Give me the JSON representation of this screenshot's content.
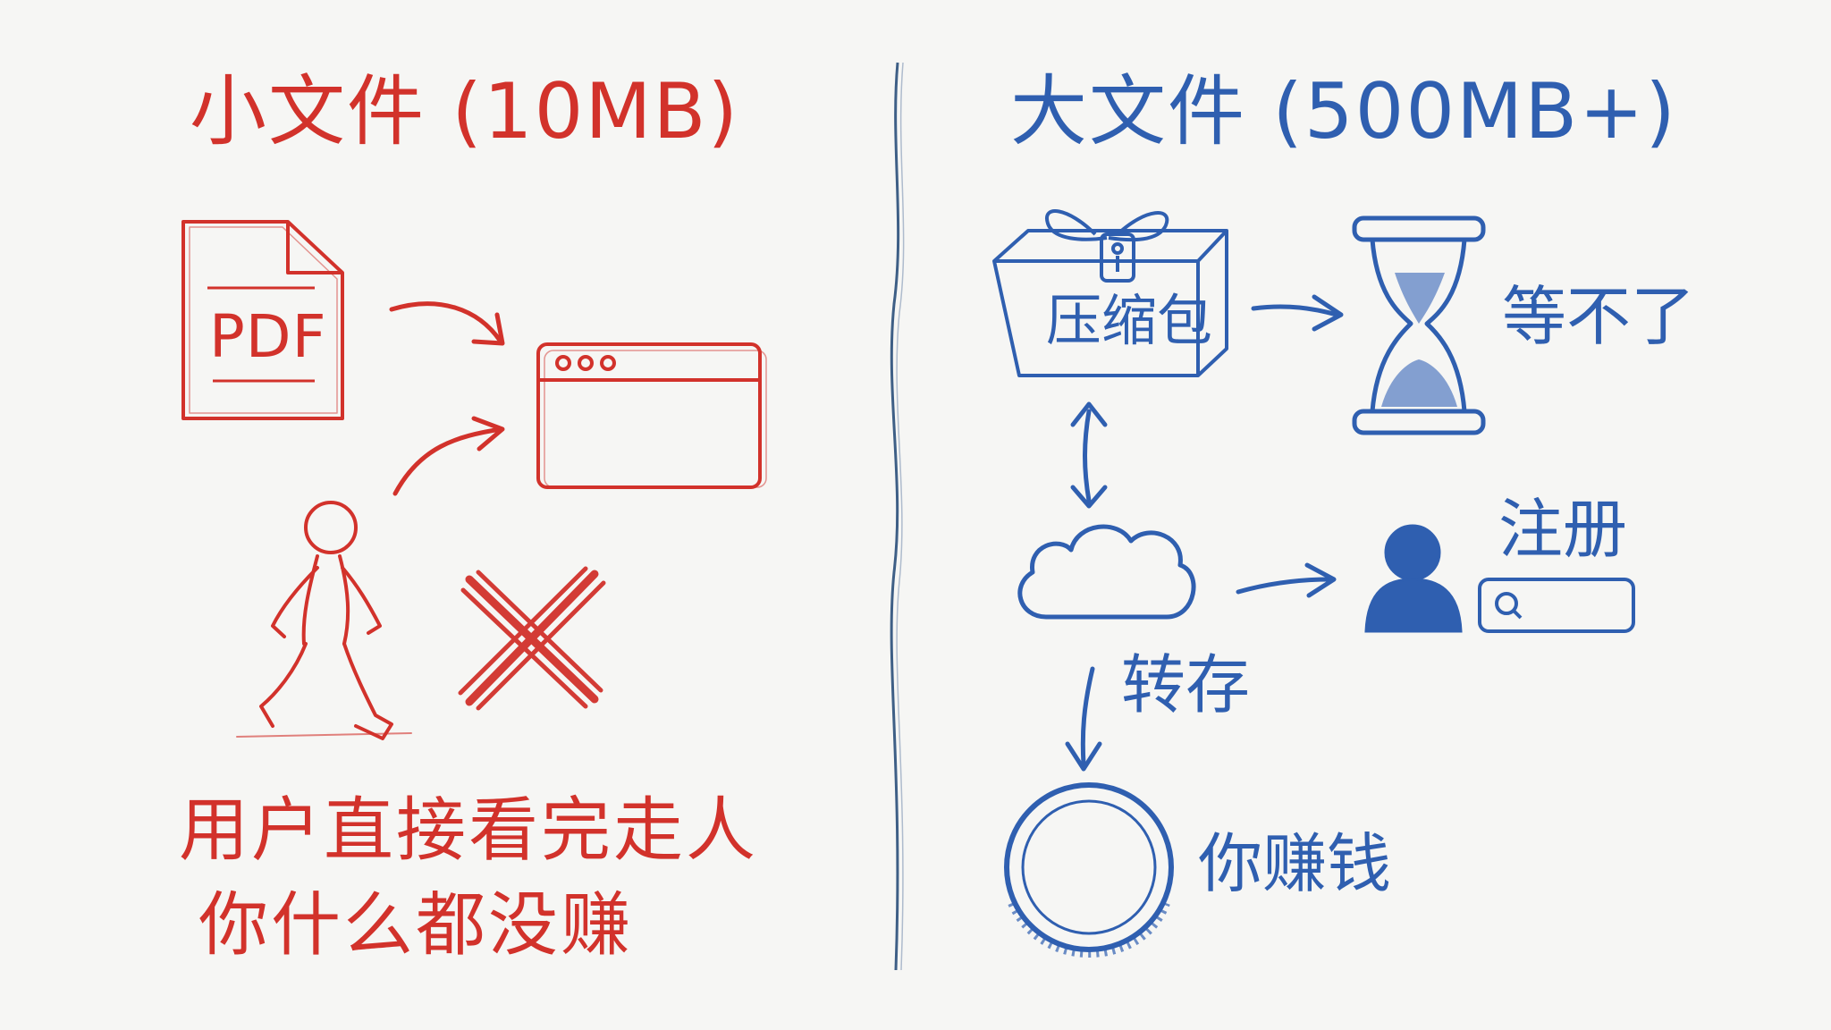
{
  "left": {
    "title": "小文件 (10MB)",
    "file_label": "PDF",
    "caption_line1": "用户直接看完走人",
    "caption_line2": "你什么都没赚",
    "color": "#d2322b",
    "icons": [
      "pdf-file-icon",
      "browser-window-icon",
      "walking-person-icon",
      "cross-mark-icon",
      "arrow-icon"
    ]
  },
  "right": {
    "title": "大文件 (500MB+)",
    "package_label": "压缩包",
    "wait_label": "等不了",
    "register_label": "注册",
    "transfer_label": "转存",
    "earn_label": "你赚钱",
    "color": "#2f5fb0",
    "icons": [
      "package-box-icon",
      "hourglass-icon",
      "cloud-icon",
      "user-icon",
      "search-field-icon",
      "dollar-coin-icon",
      "arrow-icon"
    ]
  },
  "divider_color": "#3e5f86"
}
